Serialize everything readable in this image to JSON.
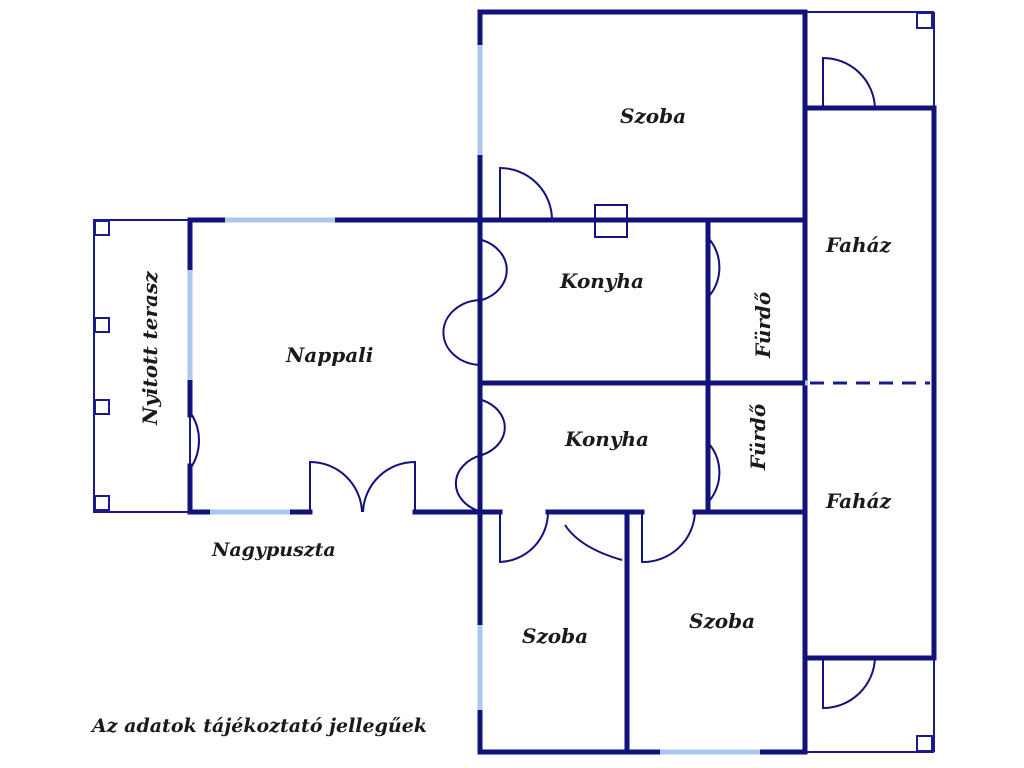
{
  "rooms": {
    "szoba_top": "Szoba",
    "fahaz_top": "Faház",
    "konyha_upper": "Konyha",
    "furdo_upper": "Fürdő",
    "nappali": "Nappali",
    "terasz": "Nyitott terasz",
    "konyha_lower": "Konyha",
    "furdo_lower": "Fürdő",
    "fahaz_bottom": "Faház",
    "szoba_bottom_left": "Szoba",
    "szoba_bottom_right": "Szoba"
  },
  "labels": {
    "street": "Nagypuszta",
    "disclaimer": "Az adatok tájékoztató jellegűek"
  },
  "colors": {
    "wall": "#12127a",
    "window": "#a9c8ec",
    "text": "#1a1a1a"
  }
}
